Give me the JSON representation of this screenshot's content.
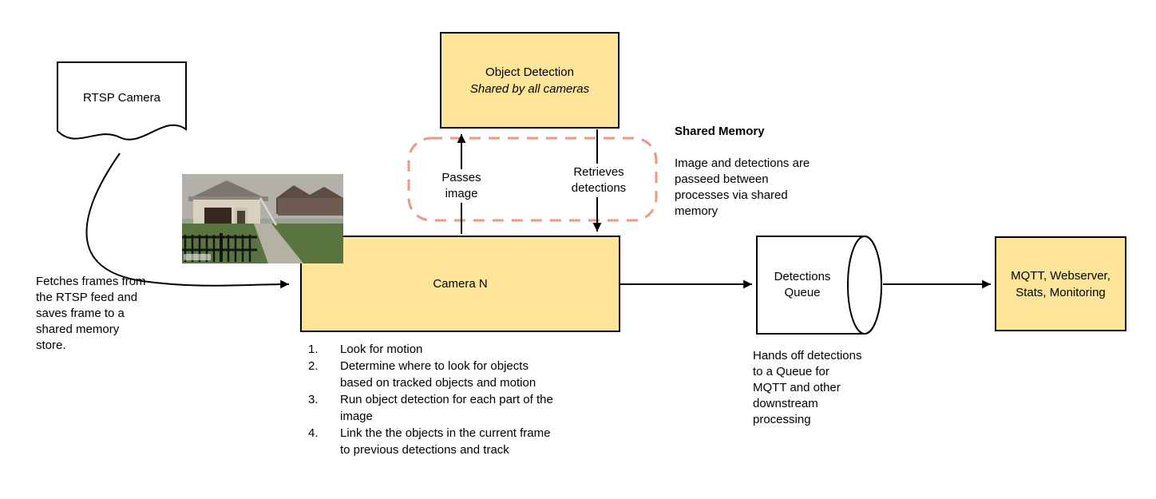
{
  "colors": {
    "node_fill": "#ffe599",
    "node_border": "#000000",
    "shared_memory_outline": "#f19584",
    "edge": "#000000"
  },
  "nodes": {
    "rtsp_camera": "RTSP Camera",
    "object_detection_title": "Object Detection",
    "object_detection_subtitle": "Shared by all cameras",
    "camera_n": "Camera N",
    "detections_queue": "Detections\nQueue",
    "outputs": "MQTT, Webserver,\nStats, Monitoring"
  },
  "edge_labels": {
    "passes_image": "Passes\nimage",
    "retrieves_detections": "Retrieves\ndetections"
  },
  "notes": {
    "fetch": "Fetches frames from\nthe RTSP feed and\nsaves frame to a\nshared memory\nstore.",
    "shared_memory_title": "Shared Memory",
    "shared_memory_body": "Image and detections are\npasseed between\nprocesses via shared\nmemory",
    "queue_handoff": "Hands off detections\nto a Queue for\nMQTT and other\ndownstream\nprocessing"
  },
  "camera_steps": [
    "Look for motion",
    "Determine where to look for objects\nbased on tracked objects and motion",
    "Run object detection for each part of the\nimage",
    "Link the the objects in the current frame\nto previous detections and track"
  ]
}
